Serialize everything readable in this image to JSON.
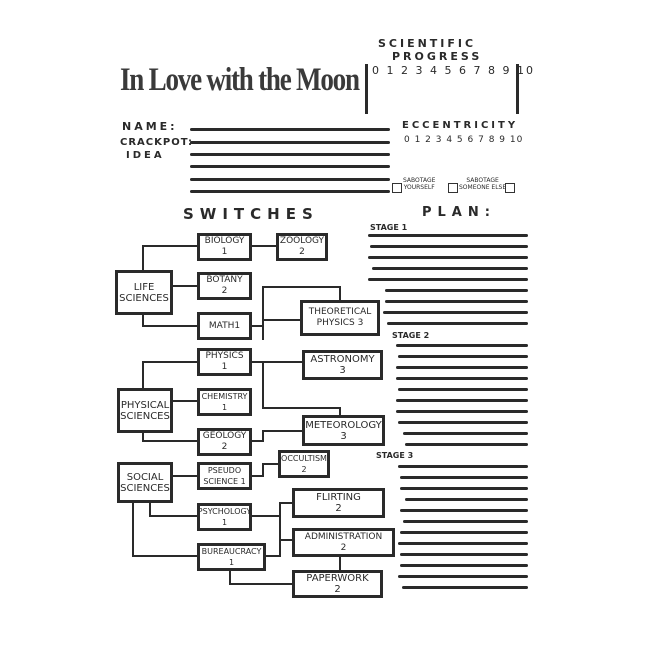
{
  "title": "In Love with the Moon",
  "fields": {
    "name": "NAME:",
    "crackpot": "CRACKPOT:",
    "idea": "IDEA"
  },
  "scientific_progress": {
    "label1": "SCIENTIFIC",
    "label2": "PROGRESS",
    "scale": "0 1 2 3 4 5 6 7 8 9 10"
  },
  "eccentricity": {
    "label": "ECCENTRICITY",
    "scale": "0 1 2 3 4 5 6 7 8 9 10",
    "options": [
      {
        "label1": "SABOTAGE",
        "label2": "YOURSELF"
      },
      {
        "label1": "SABOTAGE",
        "label2": "SOMEONE ELSE"
      }
    ]
  },
  "switches": {
    "title": "SWITCHES",
    "nodes": {
      "life": {
        "name": "LIFE",
        "sub": "SCIENCES"
      },
      "biology": {
        "name": "BIOLOGY",
        "n": "1"
      },
      "zoology": {
        "name": "ZOOLOGY",
        "n": "2"
      },
      "botany": {
        "name": "BOTANY",
        "n": "2"
      },
      "math": {
        "name": "MATH",
        "n": "1"
      },
      "theoretical": {
        "name": "THEORETICAL",
        "n": "PHYSICS 3"
      },
      "physics": {
        "name": "PHYSICS",
        "n": "1"
      },
      "astronomy": {
        "name": "ASTRONOMY",
        "n": "3"
      },
      "physical": {
        "name": "PHYSICAL",
        "sub": "SCIENCES"
      },
      "chemistry": {
        "name": "CHEMISTRY",
        "n": "1"
      },
      "geology": {
        "name": "GEOLOGY",
        "n": "2"
      },
      "meteorology": {
        "name": "METEOROLOGY",
        "n": "3"
      },
      "social": {
        "name": "SOCIAL",
        "sub": "SCIENCES"
      },
      "pseudo": {
        "name": "PSEUDO",
        "n": "SCIENCE 1"
      },
      "occultism": {
        "name": "OCCULTISM",
        "n": "2"
      },
      "flirting": {
        "name": "FLIRTING",
        "n": "2"
      },
      "psychology": {
        "name": "PSYCHOLOGY",
        "n": "1"
      },
      "administration": {
        "name": "ADMINISTRATION",
        "n": "2"
      },
      "bureaucracy": {
        "name": "BUREAUCRACY",
        "n": "1"
      },
      "paperwork": {
        "name": "PAPERWORK",
        "n": "2"
      }
    }
  },
  "plan": {
    "title": "PLAN:",
    "stages": [
      "STAGE 1",
      "STAGE 2",
      "STAGE 3"
    ]
  }
}
